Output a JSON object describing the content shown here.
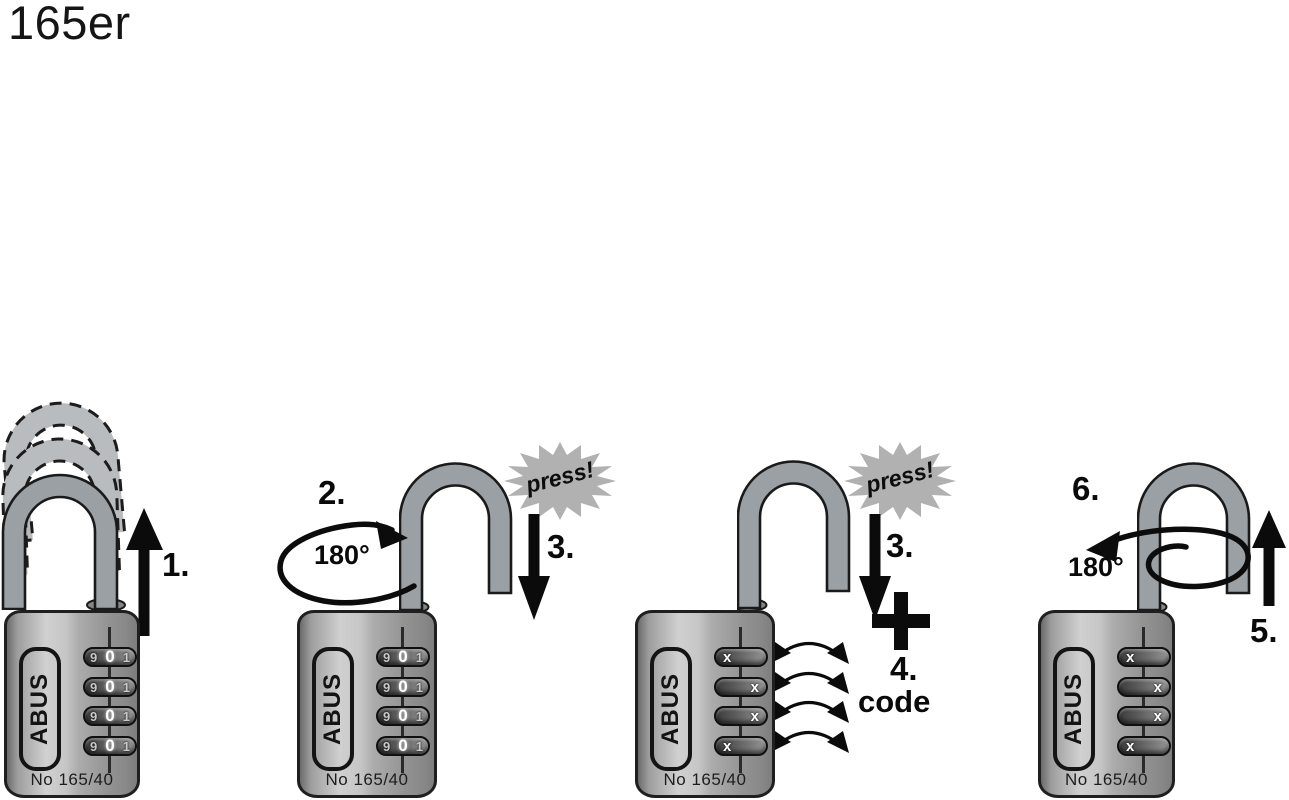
{
  "title": "165er",
  "colors": {
    "background": "#ffffff",
    "ink": "#111111",
    "body_gray": "#9d9d9d",
    "shackle_gray": "#9aa0a4",
    "ghost_gray": "#b9bcbe",
    "starburst_gray": "#b1b1b1",
    "dial_dark": "#3c3c3c",
    "digit_white": "#ffffff"
  },
  "locks": [
    {
      "name": "pull-shackle-up",
      "step_labels": [
        "1."
      ],
      "brand": "ABUS",
      "model": "No 165/40",
      "dials": [
        {
          "digits": [
            "9",
            "0",
            "1"
          ]
        },
        {
          "digits": [
            "9",
            "0",
            "1"
          ]
        },
        {
          "digits": [
            "9",
            "0",
            "1"
          ]
        },
        {
          "digits": [
            "9",
            "0",
            "1"
          ]
        }
      ]
    },
    {
      "name": "rotate-180-and-press",
      "step_labels": [
        "2.",
        "3."
      ],
      "rotation_label": "180°",
      "press_label": "press!",
      "brand": "ABUS",
      "model": "No 165/40",
      "dials": [
        {
          "digits": [
            "9",
            "0",
            "1"
          ]
        },
        {
          "digits": [
            "9",
            "0",
            "1"
          ]
        },
        {
          "digits": [
            "9",
            "0",
            "1"
          ]
        },
        {
          "digits": [
            "9",
            "0",
            "1"
          ]
        }
      ]
    },
    {
      "name": "press-and-set-code",
      "step_labels": [
        "3.",
        "4."
      ],
      "press_label": "press!",
      "plus_label": "+",
      "code_label": "code",
      "brand": "ABUS",
      "model": "No 165/40",
      "dials": [
        {
          "label": "x",
          "side": "left"
        },
        {
          "label": "x",
          "side": "right"
        },
        {
          "label": "x",
          "side": "right"
        },
        {
          "label": "x",
          "side": "left"
        }
      ]
    },
    {
      "name": "rotate-back-and-close",
      "step_labels": [
        "6.",
        "5."
      ],
      "rotation_label": "180°",
      "brand": "ABUS",
      "model": "No 165/40",
      "dials": [
        {
          "label": "x",
          "side": "left"
        },
        {
          "label": "x",
          "side": "right"
        },
        {
          "label": "x",
          "side": "right"
        },
        {
          "label": "x",
          "side": "left"
        }
      ]
    }
  ]
}
